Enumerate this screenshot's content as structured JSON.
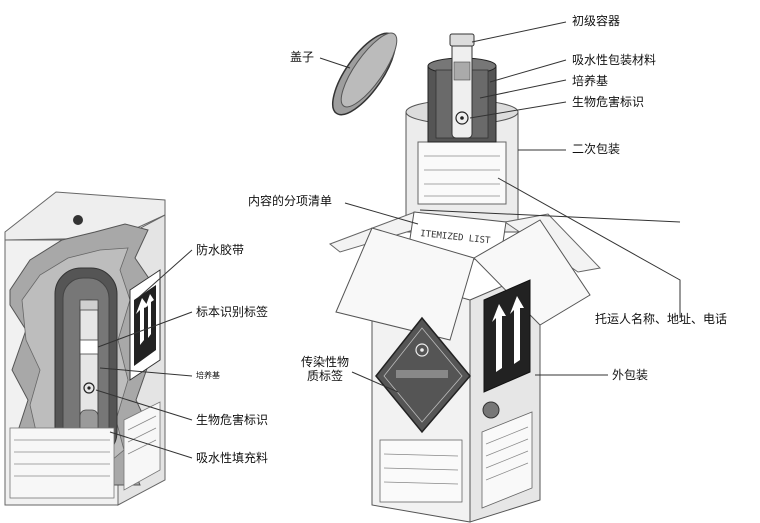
{
  "labels": {
    "primary_container": "初级容器",
    "lid": "盖子",
    "absorbent_packaging": "吸水性包装材料",
    "culture_medium": "培养基",
    "biohazard_label_top": "生物危害标识",
    "secondary_packaging": "二次包装",
    "itemized_contents_list": "内容的分项清单",
    "waterproof_tape": "防水胶带",
    "specimen_id_label": "标本识别标签",
    "culture_medium_small": "培养基",
    "infectious_substance_label_line1": "传染性物",
    "infectious_substance_label_line2": "质标签",
    "biohazard_label_left": "生物危害标识",
    "absorbent_filler": "吸水性填充料",
    "shipper_info": "托运人名称、地址、电话",
    "outer_packaging": "外包装"
  },
  "box_printing": {
    "itemized_list_text": "ITEMIZED LIST"
  }
}
